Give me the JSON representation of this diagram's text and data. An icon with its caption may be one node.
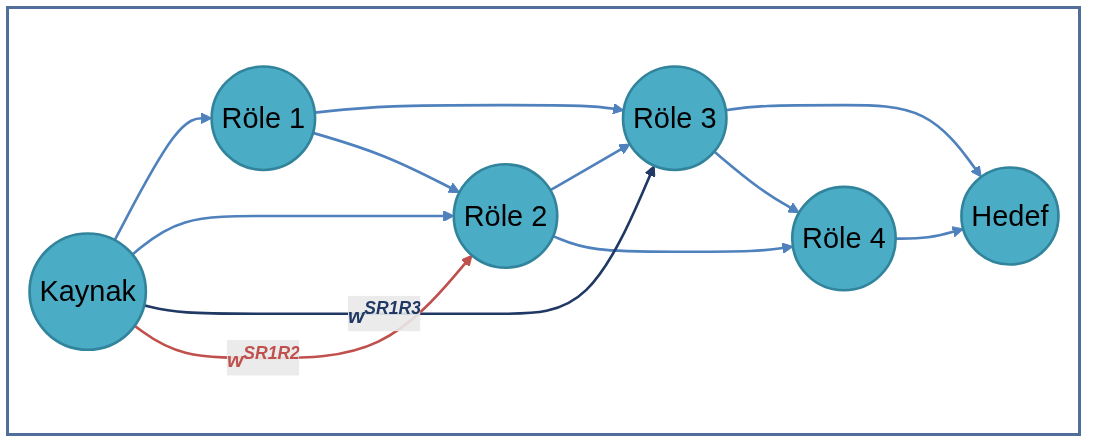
{
  "diagram": {
    "nodes": [
      {
        "text": [
          "Kaynak"
        ]
      },
      {
        "text": [
          "Röle 1"
        ]
      },
      {
        "text": [
          "Röle 2"
        ]
      },
      {
        "text": [
          "Röle 3"
        ]
      },
      {
        "text": [
          "Röle 4"
        ]
      },
      {
        "text": [
          "Hedef"
        ]
      }
    ],
    "edges": [
      {
        "from": 0,
        "to": 1,
        "arrow": "to"
      },
      {
        "from": 0,
        "to": 2,
        "arrow": "to"
      },
      {
        "from": 1,
        "to": 3,
        "arrow": "to"
      },
      {
        "from": 1,
        "to": 2,
        "arrow": "to"
      },
      {
        "from": 2,
        "to": 3,
        "arrow": "to"
      },
      {
        "from": 2,
        "to": 4,
        "arrow": "to"
      },
      {
        "from": 3,
        "to": 5,
        "arrow": "to"
      },
      {
        "from": 3,
        "to": 4,
        "arrow": "to"
      },
      {
        "from": 4,
        "to": 5,
        "arrow": "to"
      },
      {
        "from": 0,
        "to": 3,
        "arrow": "to",
        "label": "w$^{SR1R3}$",
        "color": "#1f3864"
      },
      {
        "from": 0,
        "to": 2,
        "arrow": "to",
        "label": "w$^{SR1R2}$",
        "color": "#c0504d"
      }
    ]
  }
}
